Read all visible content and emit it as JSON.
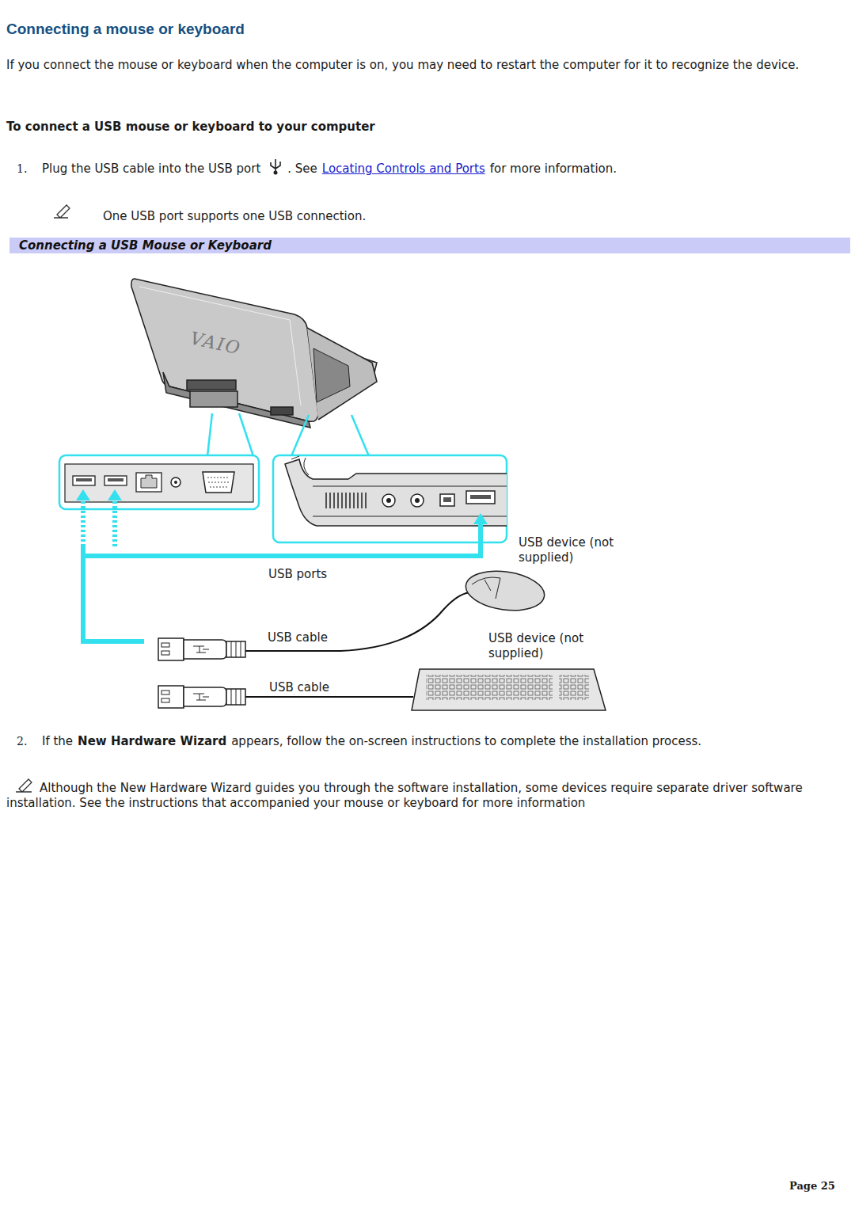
{
  "diagram": {
    "title": "Connecting a mouse or keyboard",
    "nodes": [
      {
        "text": [
          "Connecting a USB Mouse or Keyboard"
        ]
      }
    ],
    "labels": [
      "If you connect the mouse or keyboard when the computer is on, you may need to restart the computer for it to recognize the device.",
      "To connect a USB mouse or keyboard to your computer",
      "1.",
      "Plug the USB cable into the USB port",
      ". See",
      "Locating Controls and Ports",
      "for more information.",
      "One USB port supports one USB connection.",
      "VAIO",
      "USB device (not supplied)",
      "USB ports",
      "USB cable",
      "USB device (not supplied)",
      "USB cable",
      "2.",
      "If the",
      "New Hardware Wizard",
      "appears, follow the on-screen instructions to complete the installation process.",
      "Although the New Hardware Wizard guides you through the software installation, some devices require separate driver software installation. See the instructions that accompanied your mouse or keyboard for more information",
      "Page 25"
    ]
  }
}
